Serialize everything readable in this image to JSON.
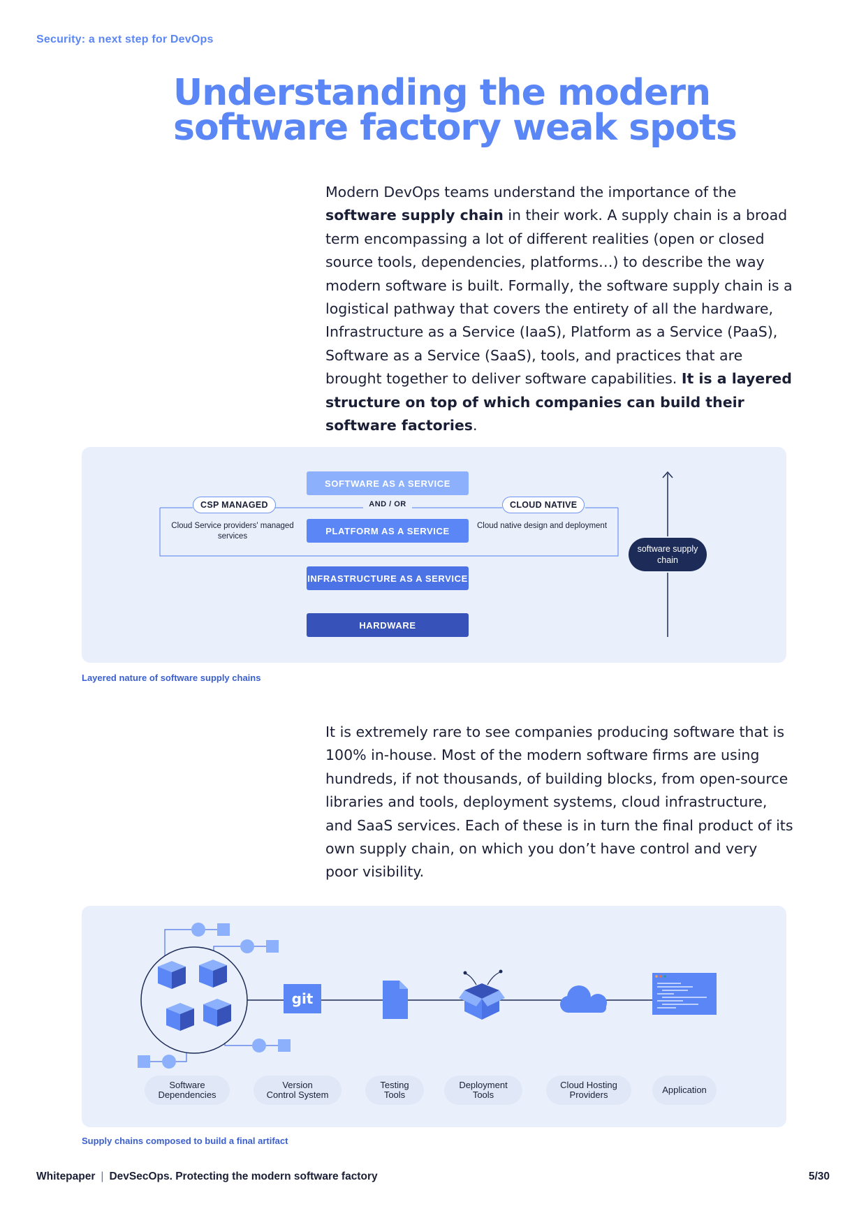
{
  "header": {
    "runner": "Security: a next step for DevOps"
  },
  "title": "Understanding the modern software factory weak spots",
  "paragraph1": {
    "t1": "Modern DevOps teams understand the importance of the ",
    "b1": "software supply chain",
    "t2": " in their work. A supply chain is a broad term encompassing a lot of different realities (open or closed source tools, dependencies, platforms…)  to describe the way modern software is built. Formally, the software supply chain is a logistical pathway that covers the entirety of all the hardware, Infrastructure as a Service (IaaS), Platform as a Service (PaaS), Software as a Service (SaaS), tools, and practices that are brought together to deliver software capabilities. ",
    "b2": "It is a layered structure on top of which companies can build their software factories",
    "t3": "."
  },
  "figure1": {
    "layers": {
      "saas": "SOFTWARE AS A SERVICE",
      "andor": "AND / OR",
      "paas": "PLATFORM AS A SERVICE",
      "iaas": "INFRASTRUCTURE AS A SERVICE",
      "hardware": "HARDWARE"
    },
    "csp": {
      "label": "CSP MANAGED",
      "desc": "Cloud Service providers' managed services"
    },
    "cloud_native": {
      "label": "CLOUD NATIVE",
      "desc": "Cloud native design and deployment"
    },
    "chain": "software supply chain",
    "caption": "Layered nature of software supply chains",
    "colors": {
      "saas": "#8cb0fb",
      "paas": "#5b86f5",
      "iaas": "#4c73e6",
      "hardware": "#3752b8",
      "chain": "#1c2b57"
    }
  },
  "paragraph2": "It is extremely rare to see companies producing software that is 100% in-house. Most of the modern software firms are using hundreds, if not thousands, of building blocks, from open-source libraries and tools, deployment systems, cloud infrastructure, and SaaS services. Each of these is in turn the final product of its own supply chain, on which you don’t have control and very poor visibility.",
  "figure2": {
    "git_label": "git",
    "stages": [
      "Software\nDependencies",
      "Version\nControl System",
      "Testing\nTools",
      "Deployment\nTools",
      "Cloud Hosting\nProviders",
      "Application"
    ],
    "icons": [
      "cubes-icon",
      "git-icon",
      "document-icon",
      "package-icon",
      "cloud-icon",
      "code-window-icon"
    ],
    "caption": "Supply chains composed to build a final artifact"
  },
  "footer": {
    "left": "Whitepaper",
    "right": "DevSecOps. Protecting the modern software factory",
    "page": "5/30"
  }
}
